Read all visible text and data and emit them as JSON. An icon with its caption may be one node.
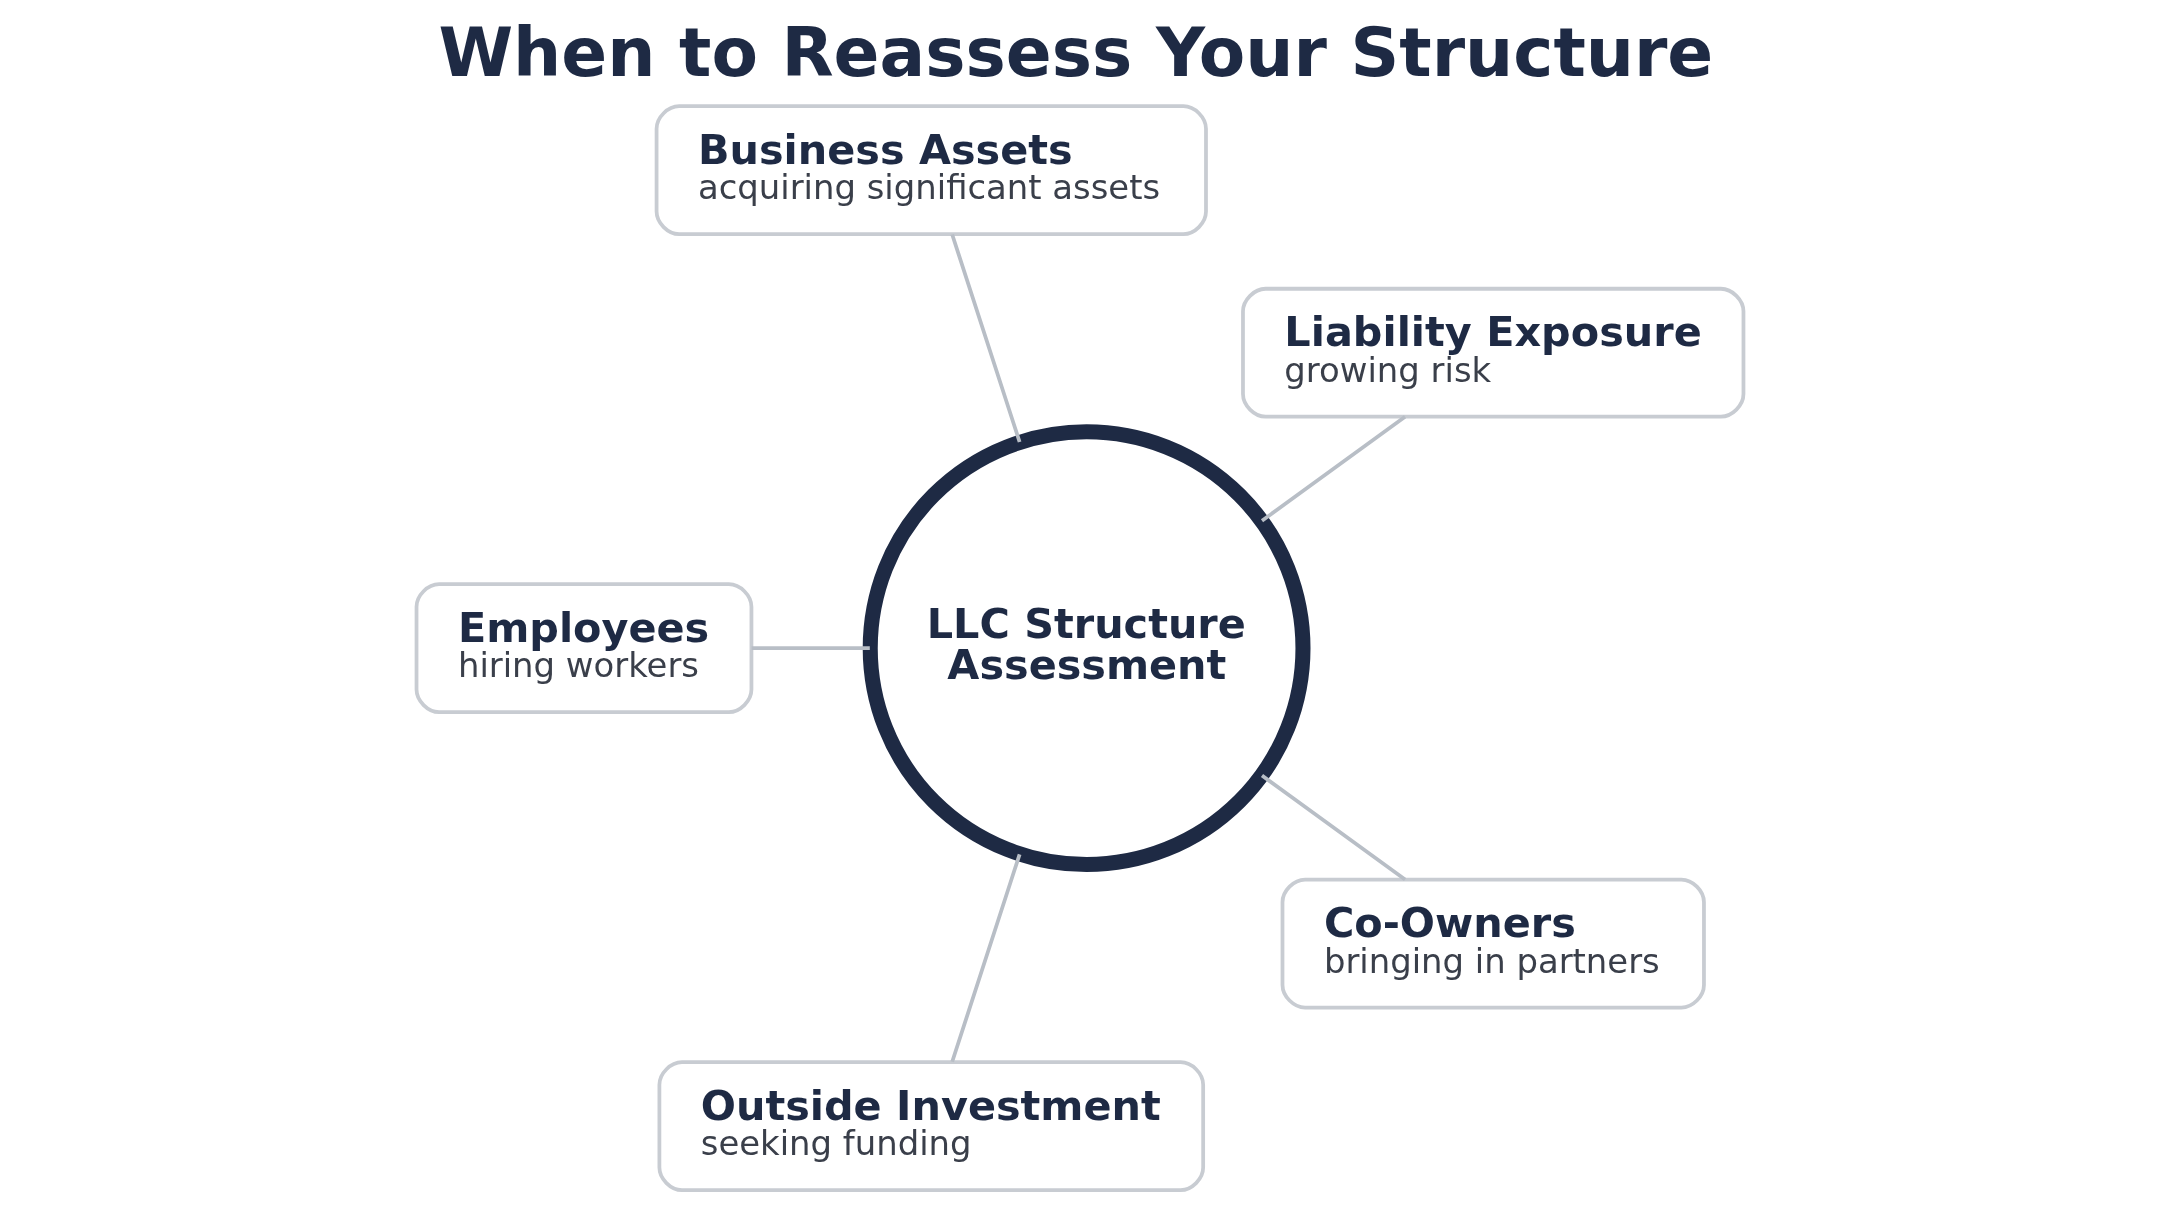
{
  "diagram": {
    "title": "When to Reassess Your Structure",
    "nodes": [
      {
        "text": [
          "LLC Structure Assessment"
        ]
      },
      {
        "text": [
          "Liability Exposure",
          "growing risk"
        ]
      },
      {
        "text": [
          "Business Assets",
          "acquiring significant assets"
        ]
      },
      {
        "text": [
          "Employees",
          "hiring workers"
        ]
      },
      {
        "text": [
          "Outside Investment",
          "seeking funding"
        ]
      },
      {
        "text": [
          "Co-Owners",
          "bringing in partners"
        ]
      }
    ],
    "edges": [
      {
        "from": 0,
        "to": 1,
        "arrow": "none"
      },
      {
        "from": 0,
        "to": 2,
        "arrow": "none"
      },
      {
        "from": 0,
        "to": 3,
        "arrow": "none"
      },
      {
        "from": 0,
        "to": 4,
        "arrow": "none"
      },
      {
        "from": 0,
        "to": 5,
        "arrow": "none"
      }
    ]
  }
}
